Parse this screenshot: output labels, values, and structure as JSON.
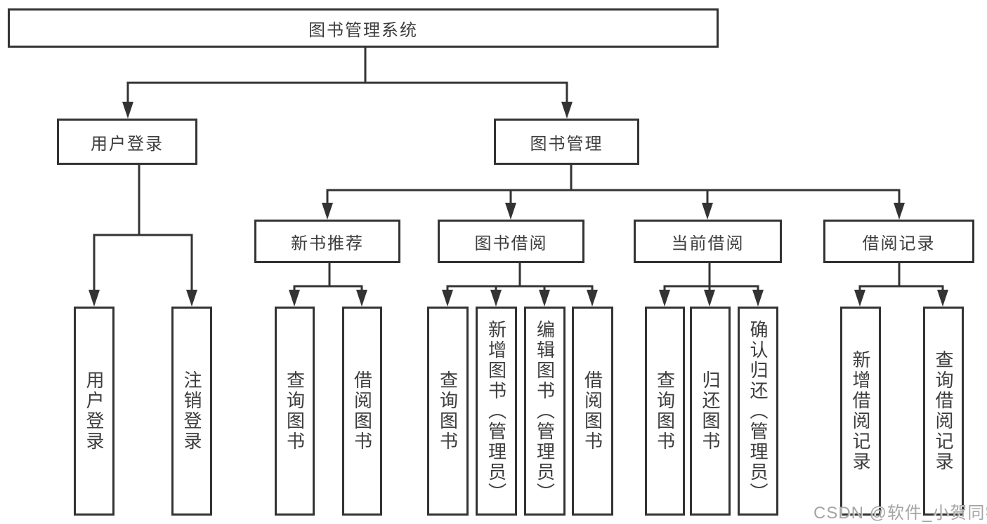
{
  "diagram": {
    "root": {
      "label": "图书管理系统"
    },
    "level2": {
      "user_login": {
        "label": "用户登录"
      },
      "book_management": {
        "label": "图书管理"
      }
    },
    "level3": {
      "new_book_recommend": {
        "label": "新书推荐"
      },
      "book_borrow": {
        "label": "图书借阅"
      },
      "current_borrow": {
        "label": "当前借阅"
      },
      "borrow_records": {
        "label": "借阅记录"
      }
    },
    "leaves": {
      "user_login": [
        "用户登录",
        "注销登录"
      ],
      "new_book_recommend": [
        "查询图书",
        "借阅图书"
      ],
      "book_borrow": [
        "查询图书",
        "新增图书（管理员）",
        "编辑图书（管理员）",
        "借阅图书"
      ],
      "current_borrow": [
        "查询图书",
        "归还图书",
        "确认归还（管理员）"
      ],
      "borrow_records": [
        "新增借阅记录",
        "查询借阅记录"
      ]
    },
    "colors": {
      "line": "#333333",
      "text": "#3d3d3d",
      "background": "#ffffff",
      "watermark": "#a5a5a5"
    }
  },
  "watermark": {
    "text": "CSDN @软件_小贺同学"
  }
}
